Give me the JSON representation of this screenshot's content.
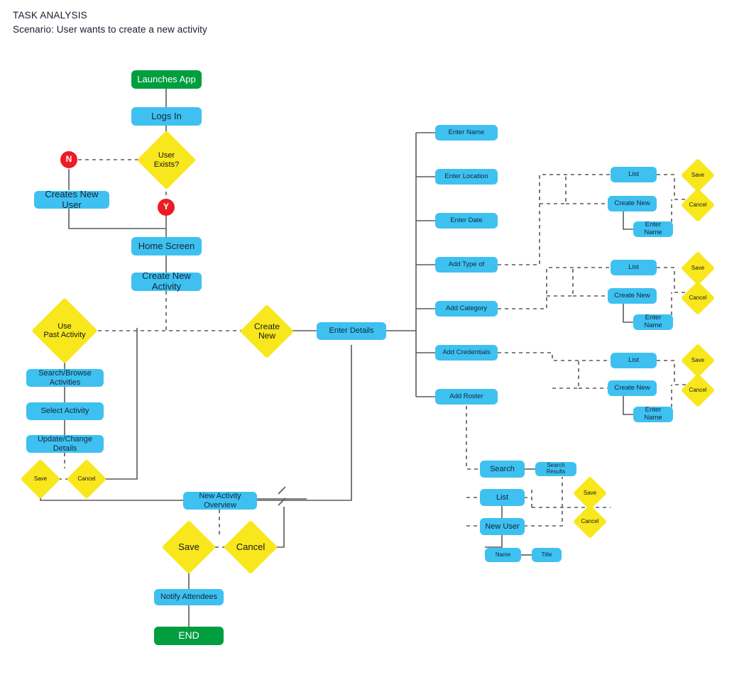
{
  "header": {
    "title": "TASK ANALYSIS",
    "subtitle": "Scenario: User wants to create a new activity"
  },
  "colors": {
    "process": "#3ec1f0",
    "terminator": "#009e3f",
    "decision": "#f8e71c",
    "marker": "#ed1c24",
    "connector": "#5a5a5a",
    "text": "#13243a"
  },
  "diagram": {
    "type": "flowchart",
    "main_flow": [
      {
        "id": "launches-app",
        "label": "Launches App",
        "shape": "terminator"
      },
      {
        "id": "logs-in",
        "label": "Logs In",
        "shape": "process"
      },
      {
        "id": "user-exists",
        "label": "User\nExists?",
        "shape": "decision"
      },
      {
        "id": "branch-no",
        "label": "N",
        "shape": "marker"
      },
      {
        "id": "branch-yes",
        "label": "Y",
        "shape": "marker"
      },
      {
        "id": "creates-new-user",
        "label": "Creates New User",
        "shape": "process"
      },
      {
        "id": "home-screen",
        "label": "Home Screen",
        "shape": "process"
      },
      {
        "id": "create-new-activity",
        "label": "Create New Activity",
        "shape": "process"
      }
    ],
    "past_activity_branch": [
      {
        "id": "use-past-activity",
        "label": "Use\nPast Activity",
        "shape": "decision"
      },
      {
        "id": "search-browse-activities",
        "label": "Search/Browse Activities",
        "shape": "process"
      },
      {
        "id": "select-activity",
        "label": "Select Activity",
        "shape": "process"
      },
      {
        "id": "update-change-details",
        "label": "Update/Change Details",
        "shape": "process"
      },
      {
        "id": "past-save",
        "label": "Save",
        "shape": "decision"
      },
      {
        "id": "past-cancel",
        "label": "Cancel",
        "shape": "decision"
      }
    ],
    "create_new_branch": [
      {
        "id": "create-new",
        "label": "Create\nNew",
        "shape": "decision"
      },
      {
        "id": "enter-details",
        "label": "Enter Details",
        "shape": "process"
      }
    ],
    "detail_fields": [
      {
        "id": "enter-name",
        "label": "Enter Name"
      },
      {
        "id": "enter-location",
        "label": "Enter Location"
      },
      {
        "id": "enter-date",
        "label": "Enter Date"
      },
      {
        "id": "add-type-of",
        "label": "Add Type of"
      },
      {
        "id": "add-category",
        "label": "Add Category"
      },
      {
        "id": "add-credentials",
        "label": "Add Credentials"
      },
      {
        "id": "add-roster",
        "label": "Add Roster"
      }
    ],
    "picker_clusters": [
      {
        "id": "type-of-picker",
        "source": "Add Type of",
        "list": "List",
        "create_new": "Create New",
        "enter_name": "Enter Name",
        "save": "Save",
        "cancel": "Cancel"
      },
      {
        "id": "category-picker",
        "source": "Add Category",
        "list": "List",
        "create_new": "Create New",
        "enter_name": "Enter Name",
        "save": "Save",
        "cancel": "Cancel"
      },
      {
        "id": "credentials-picker",
        "source": "Add Credentials",
        "list": "List",
        "create_new": "Create New",
        "enter_name": "Enter Name",
        "save": "Save",
        "cancel": "Cancel"
      }
    ],
    "roster_cluster": {
      "id": "roster-picker",
      "source": "Add Roster",
      "search": "Search",
      "search_results": "Search Results",
      "list": "List",
      "new_user": "New User",
      "name": "Name",
      "title": "Title",
      "save": "Save",
      "cancel": "Cancel"
    },
    "overview_flow": [
      {
        "id": "new-activity-overview",
        "label": "New Activity Overview",
        "shape": "process"
      },
      {
        "id": "final-save",
        "label": "Save",
        "shape": "decision"
      },
      {
        "id": "final-cancel",
        "label": "Cancel",
        "shape": "decision"
      },
      {
        "id": "notify-attendees",
        "label": "Notify Attendees",
        "shape": "process"
      },
      {
        "id": "end",
        "label": "END",
        "shape": "terminator"
      }
    ]
  }
}
